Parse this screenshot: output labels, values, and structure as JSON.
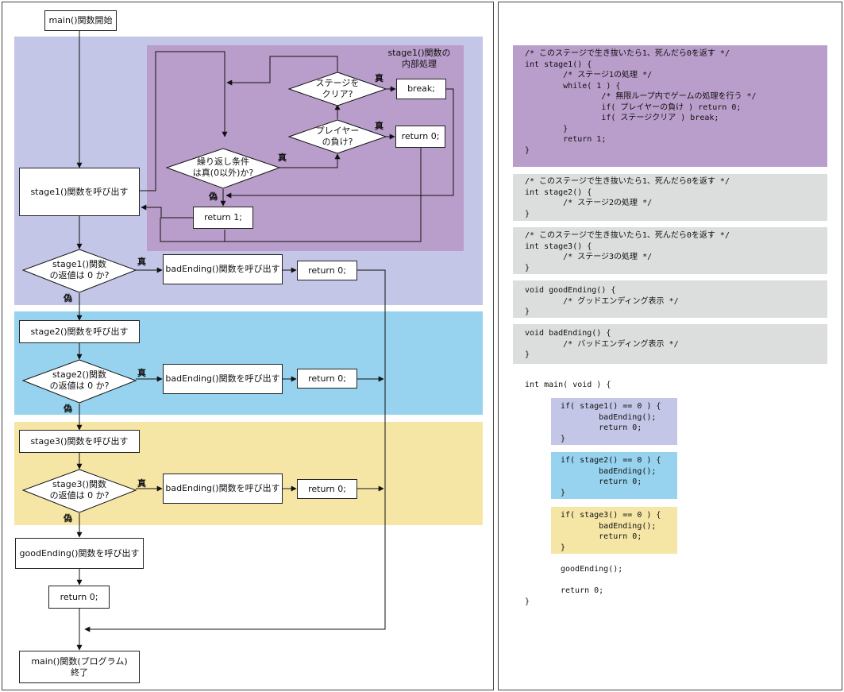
{
  "colors": {
    "purple_light": "#c4c6e7",
    "purple_dark": "#b99dca",
    "blue": "#97d3ef",
    "yellow": "#f6e6a6",
    "gray": "#dcdddd",
    "line": "#111111"
  },
  "flow": {
    "start": "main()関数開始",
    "inner_title": "stage1()関数の\n内部処理",
    "call_stage1": "stage1()関数を呼び出す",
    "loop_cond": "繰り返し条件\nは真(0以外)か?",
    "clear_check": "ステージを\nクリア?",
    "lose_check": "プレイヤー\nの負け?",
    "break_box": "break;",
    "return0_inner": "return 0;",
    "return1_box": "return 1;",
    "stage1_check": "stage1()関数\nの返値は 0 か?",
    "stage2_check": "stage2()関数\nの返値は 0 か?",
    "stage3_check": "stage3()関数\nの返値は 0 か?",
    "bad_ending": "badEnding()関数を呼び出す",
    "return0": "return 0;",
    "call_stage2": "stage2()関数を呼び出す",
    "call_stage3": "stage3()関数を呼び出す",
    "good_ending": "goodEnding()関数を呼び出す",
    "return0_main": "return 0;",
    "end": "main()関数(プログラム)\n終了",
    "true_label": "真",
    "false_label": "偽"
  },
  "code": {
    "stage1": "/* このステージで生き抜いたら1、死んだら0を返す */\nint stage1() {\n        /* ステージ1の処理 */\n        while( 1 ) {\n                /* 無限ループ内でゲームの処理を行う */\n                if( プレイヤーの負け ) return 0;\n                if( ステージクリア ) break;\n        }\n        return 1;\n}",
    "stage2": "/* このステージで生き抜いたら1、死んだら0を返す */\nint stage2() {\n        /* ステージ2の処理 */\n}",
    "stage3": "/* このステージで生き抜いたら1、死んだら0を返す */\nint stage3() {\n        /* ステージ3の処理 */\n}",
    "good": "void goodEnding() {\n        /* グッドエンディング表示 */\n}",
    "bad": "void badEnding() {\n        /* バッドエンディング表示 */\n}",
    "main_head": "int main( void ) {",
    "main_if1": "if( stage1() == 0 ) {\n        badEnding();\n        return 0;\n}",
    "main_if2": "if( stage2() == 0 ) {\n        badEnding();\n        return 0;\n}",
    "main_if3": "if( stage3() == 0 ) {\n        badEnding();\n        return 0;\n}",
    "main_good": "goodEnding();",
    "main_return": "return 0;",
    "main_close": "}"
  }
}
